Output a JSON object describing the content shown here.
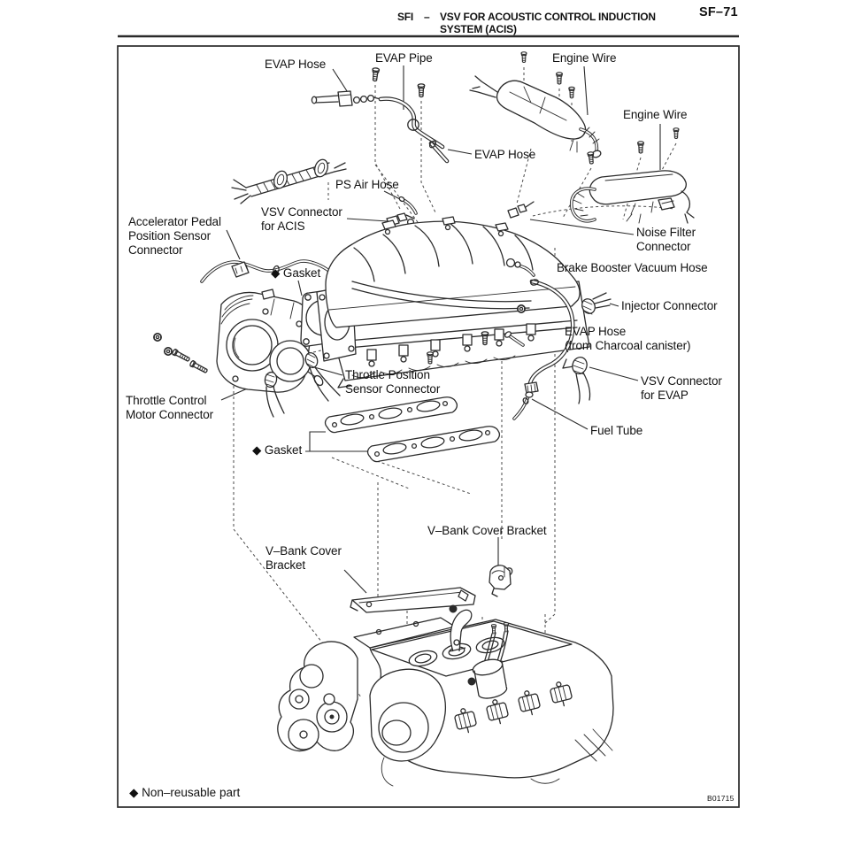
{
  "header": {
    "section": "SFI",
    "separator": "–",
    "title": "VSV FOR ACOUSTIC CONTROL INDUCTION\nSYSTEM (ACIS)",
    "page_number": "SF–71"
  },
  "figure": {
    "drawing_code": "B01715",
    "footnote": "◆ Non–reusable part",
    "labels": {
      "evap_hose_top": "EVAP Hose",
      "evap_pipe": "EVAP Pipe",
      "engine_wire_upper": "Engine Wire",
      "engine_wire_lower": "Engine Wire",
      "evap_hose_mid": "EVAP Hose",
      "ps_air_hose": "PS Air Hose",
      "vsv_connector_acis": "VSV Connector\nfor ACIS",
      "accelerator_pedal": "Accelerator Pedal\nPosition Sensor\nConnector",
      "noise_filter": "Noise Filter\nConnector",
      "brake_booster": "Brake Booster Vacuum Hose",
      "gasket_upper": "◆ Gasket",
      "injector_connector": "Injector Connector",
      "evap_hose_charcoal": "EVAP Hose\n(from Charcoal canister)",
      "vsv_connector_evap": "VSV Connector\nfor EVAP",
      "throttle_position": "Throttle Position\nSensor Connector",
      "throttle_control": "Throttle Control\nMotor Connector",
      "fuel_tube": "Fuel Tube",
      "gasket_lower": "◆ Gasket",
      "vbank_bracket_right": "V–Bank Cover Bracket",
      "vbank_bracket_left": "V–Bank Cover\nBracket"
    }
  }
}
